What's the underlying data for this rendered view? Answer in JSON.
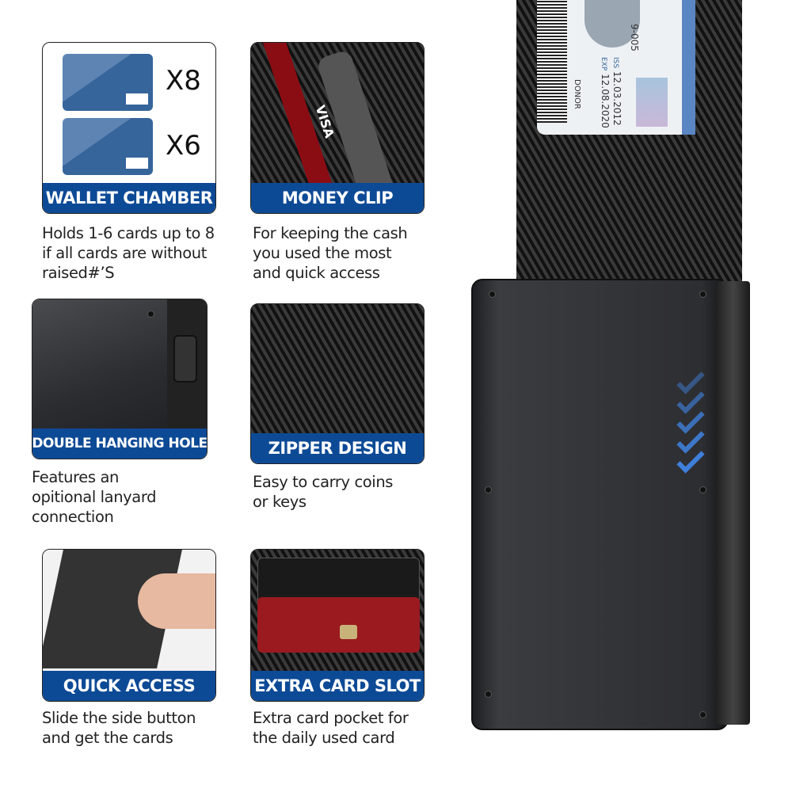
{
  "features": [
    {
      "title": "WALLET CHAMBER",
      "description": [
        "Holds 1-6 cards up to 8",
        "if all cards are without",
        "raised#’S"
      ],
      "counts": [
        "X8",
        "X6"
      ]
    },
    {
      "title": "MONEY CLIP",
      "description": [
        "For keeping the cash",
        "you used the most",
        "and quick access"
      ],
      "card_text": "VISA"
    },
    {
      "title": "DOUBLE HANGING HOLE",
      "description": [
        "Features an",
        "opitional lanyard",
        "connection"
      ]
    },
    {
      "title": "ZIPPER DESIGN",
      "description": [
        "Easy to carry coins",
        "or keys"
      ]
    },
    {
      "title": "QUICK ACCESS",
      "description": [
        "Slide the side button",
        "and get the cards"
      ]
    },
    {
      "title": "EXTRA CARD SLOT",
      "description": [
        "Extra card pocket for",
        "the daily used card"
      ]
    }
  ],
  "id_card": {
    "number": "9-005",
    "iss_label": "ISS",
    "iss": "12.03.2012",
    "exp_label": "EXP",
    "exp": "12.08.2020",
    "donor": "DONOR"
  },
  "colors": {
    "banner": "#0d4a96",
    "card_blue": "#36659b",
    "chevron": "#3f7fd9"
  }
}
